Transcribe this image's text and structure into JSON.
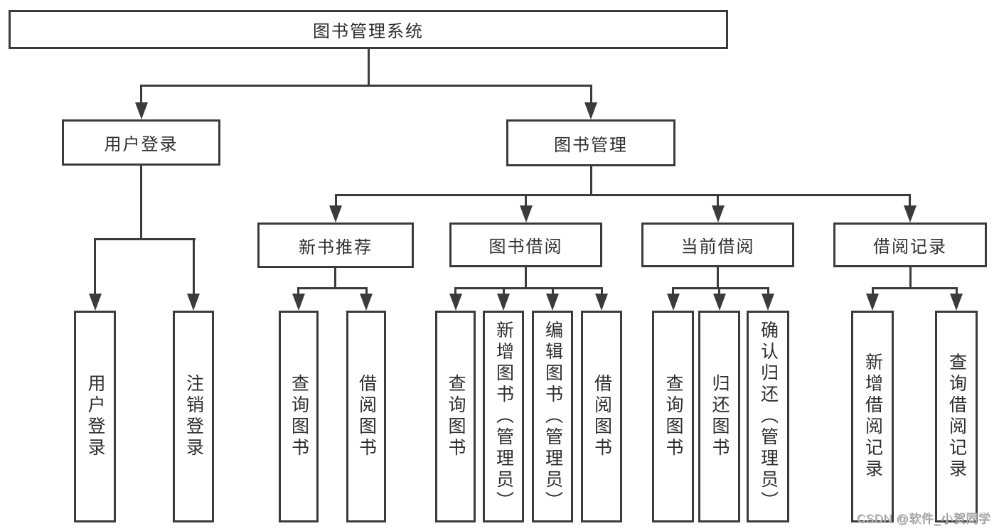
{
  "colors": {
    "background": "#ffffff",
    "line": "#3b3b3b",
    "text": "#2e2e2e",
    "watermark": "#bdbdbd"
  },
  "diagram": {
    "root": {
      "label": "图书管理系统"
    },
    "user_login": {
      "label": "用户登录",
      "children": [
        "用户登录",
        "注销登录"
      ]
    },
    "book_mgmt": {
      "label": "图书管理"
    },
    "new_books": {
      "label": "新书推荐",
      "children": [
        "查询图书",
        "借阅图书"
      ]
    },
    "book_borrow": {
      "label": "图书借阅",
      "children": [
        "查询图书",
        "新增图书（管理员）",
        "编辑图书（管理员）",
        "借阅图书"
      ]
    },
    "current_borrow": {
      "label": "当前借阅",
      "children": [
        "查询图书",
        "归还图书",
        "确认归还（管理员）"
      ]
    },
    "borrow_records": {
      "label": "借阅记录",
      "children": [
        "新增借阅记录",
        "查询借阅记录"
      ]
    }
  },
  "watermark": {
    "text": "CSDN @软件_小贺同学"
  }
}
